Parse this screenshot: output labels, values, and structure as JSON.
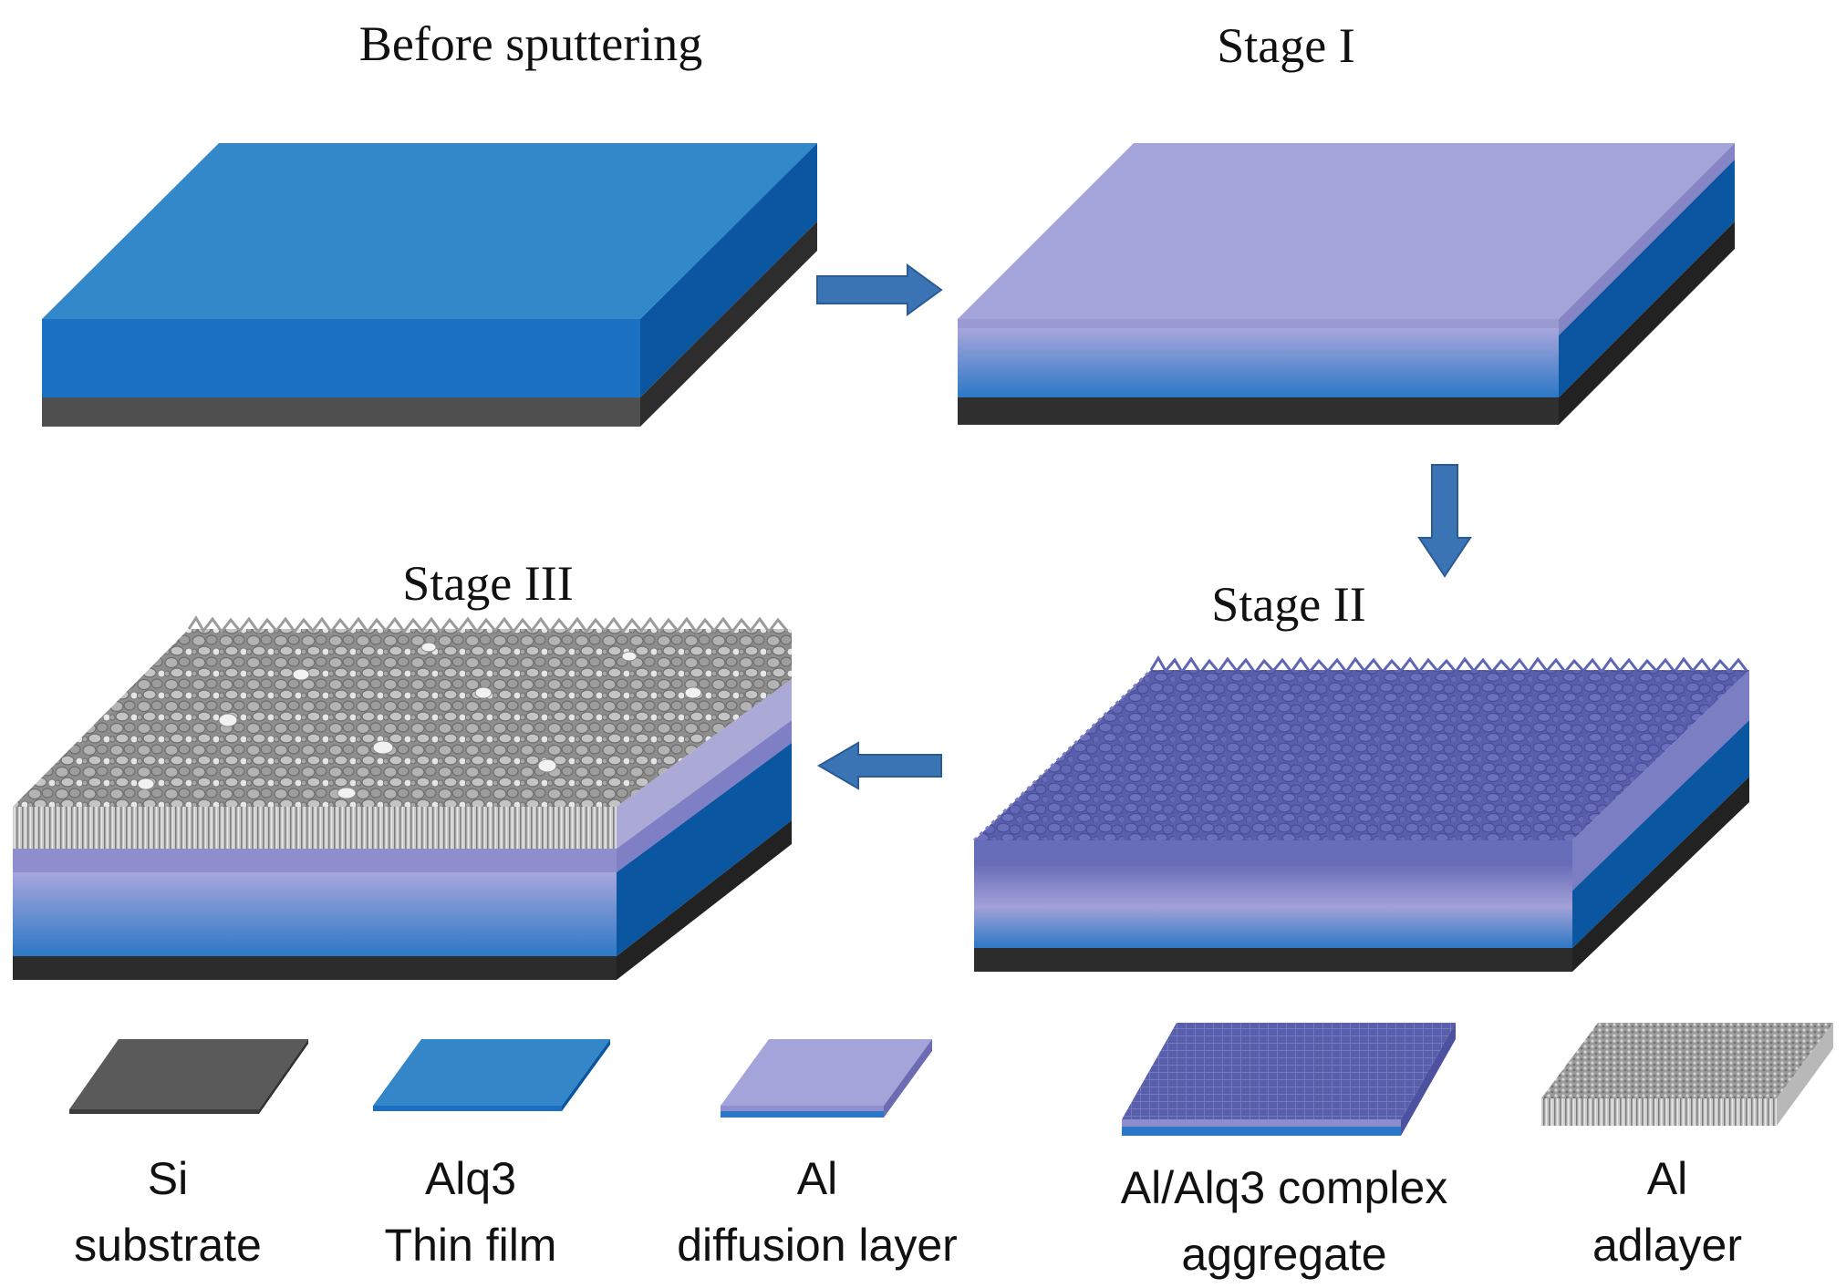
{
  "stages": {
    "before": {
      "title": "Before sputtering"
    },
    "stage1": {
      "title": "Stage I"
    },
    "stage2": {
      "title": "Stage II"
    },
    "stage3": {
      "title": "Stage III"
    }
  },
  "legend": [
    {
      "id": "si",
      "line1": "Si",
      "line2": "substrate"
    },
    {
      "id": "alq3",
      "line1": "Alq3",
      "line2": "Thin film"
    },
    {
      "id": "al-diffusion",
      "line1": "Al",
      "line2": "diffusion layer"
    },
    {
      "id": "complex",
      "line1": "Al/Alq3 complex",
      "line2": "aggregate"
    },
    {
      "id": "adlayer",
      "line1": "Al",
      "line2": "adlayer"
    }
  ],
  "colors": {
    "si_front": "#4d4d4d",
    "si_side": "#2b2b2b",
    "alq3_top": "#3387c9",
    "alq3_front": "#1a6fc0",
    "alq3_side": "#0a55a0",
    "al_top": "#a4a3da",
    "al_band": "#8f8fcf",
    "complex": "#5c61ad",
    "adlayer": "#a9a9a9",
    "arrow": "#3a72b3"
  }
}
